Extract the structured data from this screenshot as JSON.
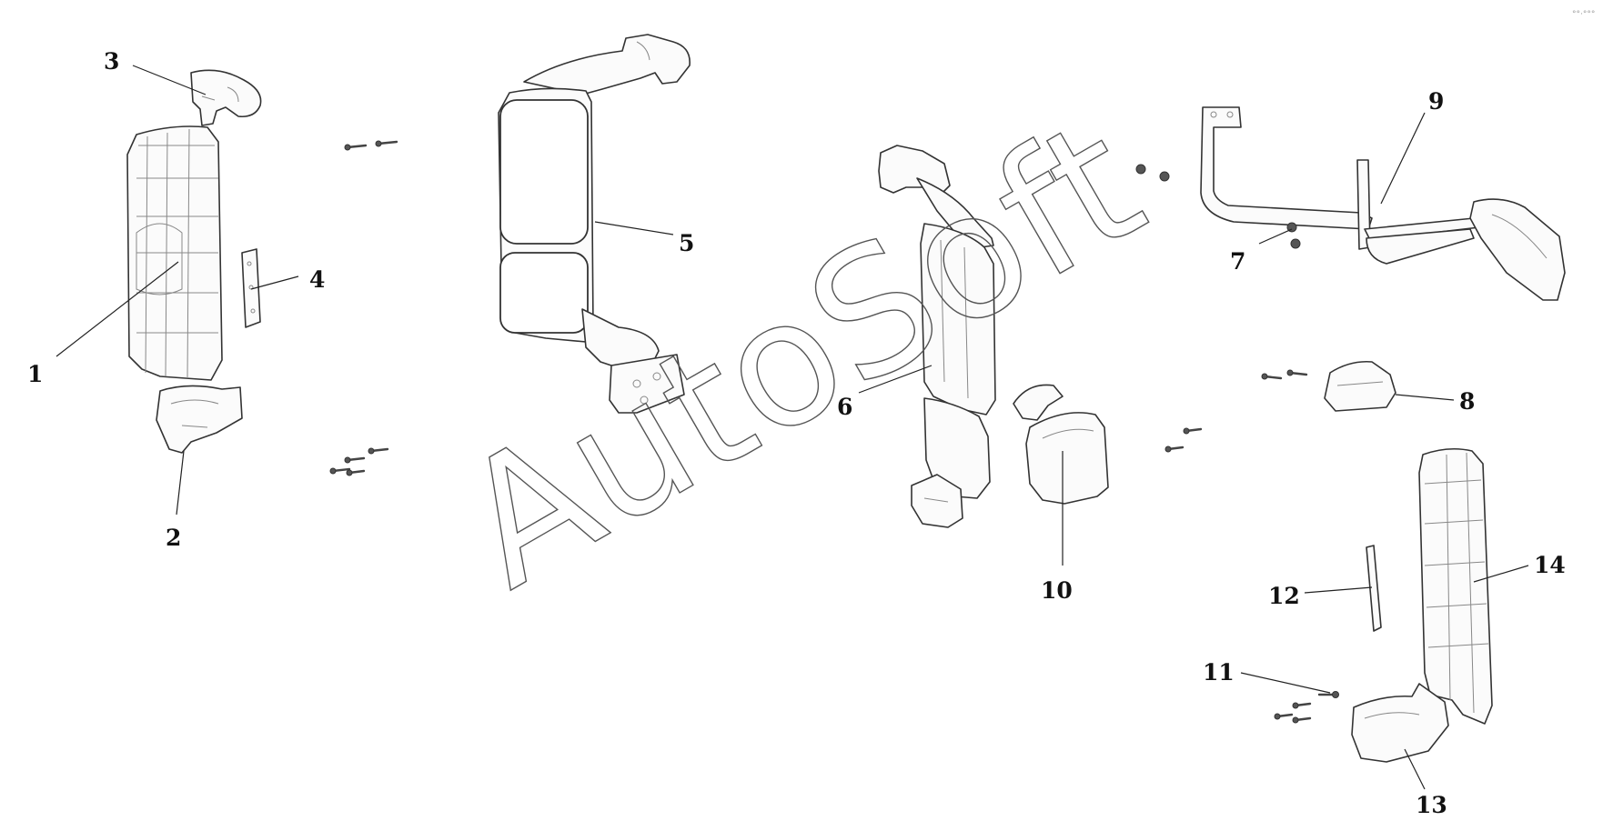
{
  "watermark": "AutoSoft",
  "corner_mark": "°°·°°°",
  "callouts": [
    "1",
    "2",
    "3",
    "4",
    "5",
    "6",
    "7",
    "8",
    "9",
    "10",
    "11",
    "12",
    "13",
    "14"
  ]
}
